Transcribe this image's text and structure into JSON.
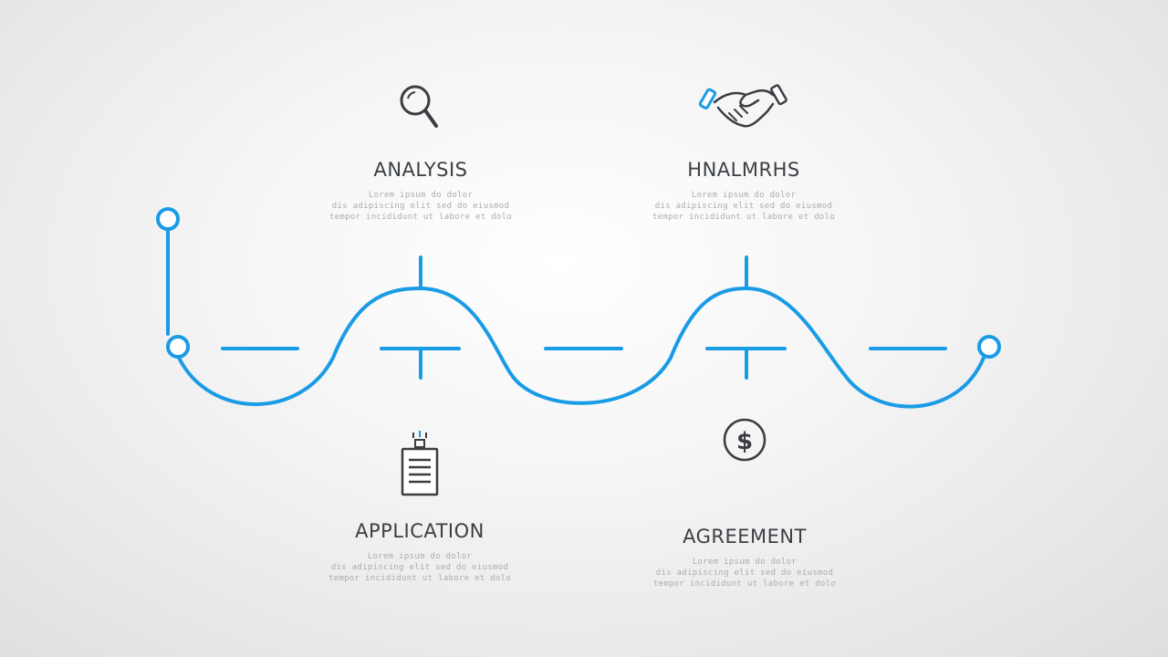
{
  "colors": {
    "line": "#1a9be6",
    "title": "#3b3f44",
    "caption": "#a9acb0",
    "icon": "#3a3d42",
    "icon_accent": "#1a9be6"
  },
  "steps": [
    {
      "title": "ANALYSIS",
      "icon": "magnifier-icon",
      "desc": [
        "Lorem ipsum do dolor",
        "dis adipiscing elit sed do eiusmod",
        "tempor incididunt ut labore et dolo"
      ]
    },
    {
      "title": "HNALMRHS",
      "icon": "handshake-icon",
      "desc": [
        "Lorem ipsum do dolor",
        "dis adipiscing elit sed do eiusmod",
        "tempor incididunt ut labore et dolo"
      ]
    },
    {
      "title": "APPLICATION",
      "icon": "document-icon",
      "desc": [
        "Lorem ipsum do dolor",
        "dis adipiscing elit sed do eiusmod",
        "tempor incididunt ut labore et dolo"
      ]
    },
    {
      "title": "AGREEMENT",
      "icon": "dollar-coin-icon",
      "desc": [
        "Lorem ipsum do dolor",
        "dis adipiscing elit sed do eiusmod",
        "tempor incididunt ut labore et dolo"
      ]
    }
  ]
}
